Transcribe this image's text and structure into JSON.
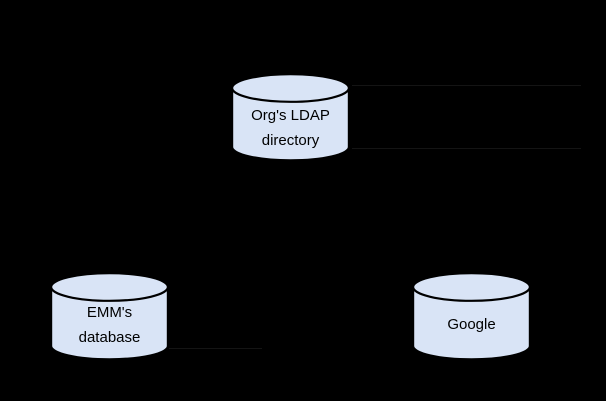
{
  "diagram": {
    "background_color": "#000000",
    "node_fill_color": "#d9e4f6",
    "node_stroke_color": "#000000",
    "label_color": "#000000",
    "connector_color": "#141414",
    "nodes": {
      "ldap": {
        "line1": "Org's LDAP",
        "line2": "directory"
      },
      "emm": {
        "line1": "EMM's",
        "line2": "database"
      },
      "google": {
        "line1": "Google"
      }
    }
  }
}
